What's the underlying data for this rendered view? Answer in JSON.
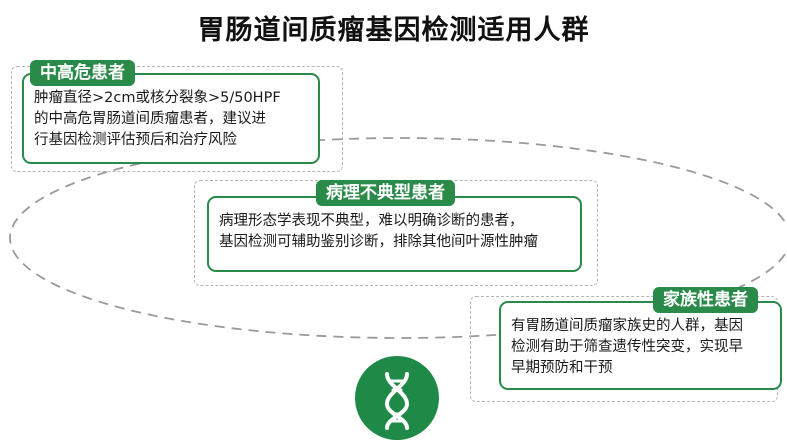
{
  "title": "胃肠道间质瘤基因检测适用人群",
  "groups": [
    {
      "label": "中高危患者",
      "lines": [
        "肿瘤直径>2cm或核分裂象>5/50HPF",
        "的中高危胃肠道间质瘤患者，建议进",
        "行基因检测评估预后和治疗风险"
      ]
    },
    {
      "label": "病理不典型患者",
      "lines": [
        "病理形态学表现不典型，难以明确诊断的患者，",
        "基因检测可辅助鉴别诊断，排除其他间叶源性肿瘤"
      ]
    },
    {
      "label": "家族性患者",
      "lines": [
        "有胃肠道间质瘤家族史的人群，基因",
        "检测有助于筛查遗传性突变，实现早",
        "早期预防和干预"
      ]
    }
  ],
  "icon": "dna-icon",
  "colors": {
    "accent": "#2a8a4a",
    "dash": "#b5b5b5"
  }
}
